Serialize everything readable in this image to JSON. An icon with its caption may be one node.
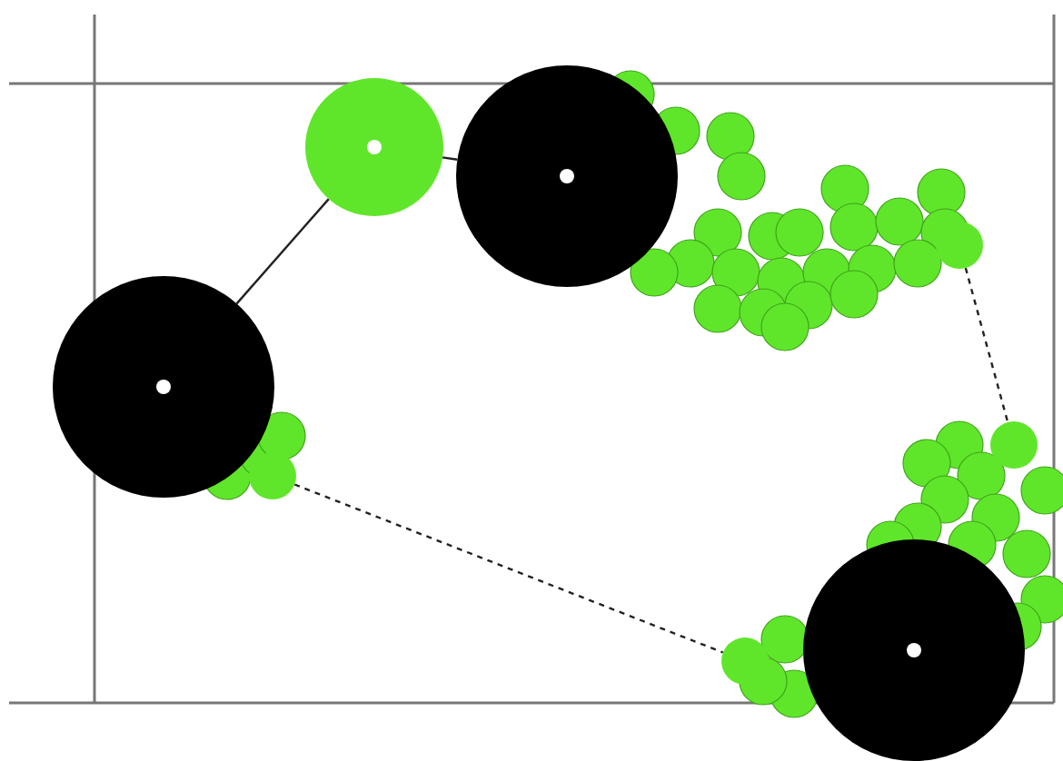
{
  "diagram": {
    "nodes": [
      {
        "text": [],
        "shape": "circle"
      },
      {
        "text": [],
        "shape": "circle"
      },
      {
        "text": [],
        "shape": "circle"
      },
      {
        "text": [],
        "shape": "circle"
      },
      {
        "text": [],
        "shape": "circle"
      },
      {
        "text": [],
        "shape": "circle"
      },
      {
        "text": [],
        "shape": "circle"
      },
      {
        "text": [],
        "shape": "circle"
      }
    ],
    "edges": [
      {
        "from": 0,
        "to": 1,
        "arrow": "none"
      },
      {
        "from": 1,
        "to": 2,
        "arrow": "none"
      },
      {
        "from": 3,
        "to": 4,
        "arrow": "none",
        "style": "dashed"
      },
      {
        "from": 6,
        "to": 7,
        "arrow": "none",
        "style": "dashed"
      }
    ]
  }
}
